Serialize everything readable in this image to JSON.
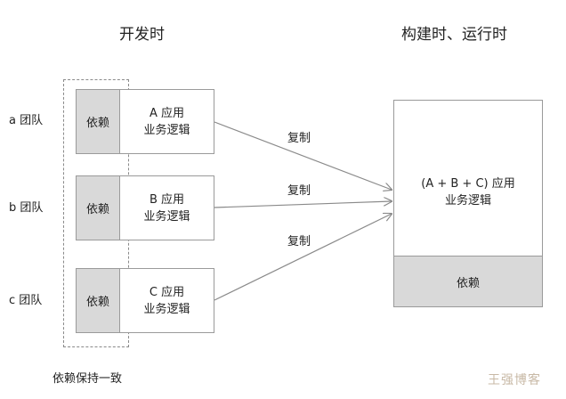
{
  "headings": {
    "dev_time": "开发时",
    "build_run_time": "构建时、运行时"
  },
  "teams": [
    {
      "label": "a 团队",
      "dependency": "依赖",
      "app_line1": "A 应用",
      "app_line2": "业务逻辑",
      "copy": "复制"
    },
    {
      "label": "b 团队",
      "dependency": "依赖",
      "app_line1": "B 应用",
      "app_line2": "业务逻辑",
      "copy": "复制"
    },
    {
      "label": "c 团队",
      "dependency": "依赖",
      "app_line1": "C 应用",
      "app_line2": "业务逻辑",
      "copy": "复制"
    }
  ],
  "merged": {
    "line1": "(A  + B + C) 应用",
    "line2": "业务逻辑",
    "dependency": "依赖"
  },
  "caption": "依赖保持一致",
  "watermark": "王强博客",
  "colors": {
    "dependency_fill": "#d9d9d9",
    "border": "#9a9a9a",
    "arrow": "#8a8a8a",
    "watermark": "#c8b9a6"
  }
}
